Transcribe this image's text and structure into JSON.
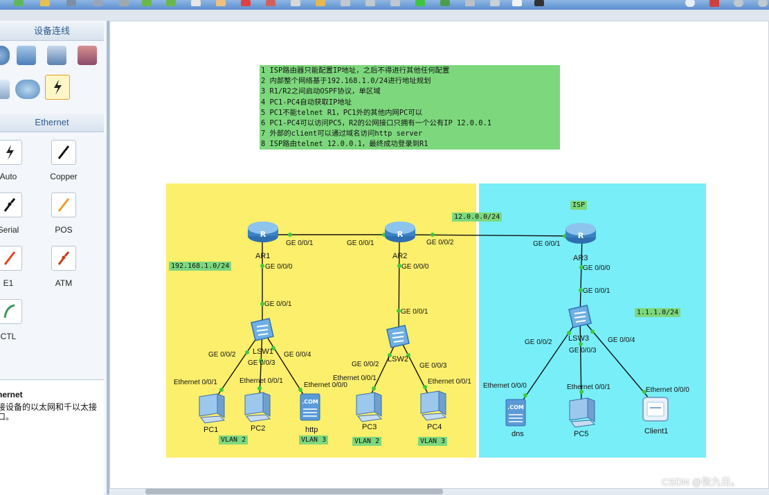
{
  "sidebar": {
    "section1_title": "设备连线",
    "section2_title": "Ethernet",
    "cables": [
      {
        "label": "Auto",
        "icon": "auto-cable-icon"
      },
      {
        "label": "Copper",
        "icon": "copper-cable-icon"
      },
      {
        "label": "Serial",
        "icon": "serial-cable-icon"
      },
      {
        "label": "POS",
        "icon": "pos-cable-icon"
      },
      {
        "label": "E1",
        "icon": "e1-cable-icon"
      },
      {
        "label": "ATM",
        "icon": "atm-cable-icon"
      },
      {
        "label": "CTL",
        "icon": "ctl-cable-icon"
      }
    ],
    "desc_title": "hernet",
    "desc_text": "接设备的以太网和千以太接口。"
  },
  "requirements": [
    "1 ISP路由器只能配置IP地址，之后不得进行其他任何配置",
    "2 内部整个网络基于192.168.1.0/24进行地址规划",
    "3 R1/R2之间启动OSPF协议，单区域",
    "4 PC1-PC4自动获取IP地址",
    "5 PC1不能telnet R1，PC1外的其他内网PC可以",
    "6 PC1-PC4可以访问PC5，R2的公网接口只拥有一个公有IP 12.0.0.1",
    "7 外部的client可以通过域名访问http server",
    "8 ISP路由telnet 12.0.0.1，最终成功登录到R1"
  ],
  "labels": {
    "net_internal": "192.168.1.0/24",
    "net_public": "12.0.0.0/24",
    "net_isp": "1.1.1.0/24",
    "isp": "ISP",
    "vlan2": "VLAN 2",
    "vlan3": "VLAN 3"
  },
  "devices": {
    "ar1": "AR1",
    "ar2": "AR2",
    "ar3": "AR3",
    "lsw1": "LSW1",
    "lsw2": "LSW2",
    "lsw3": "LSW3",
    "pc1": "PC1",
    "pc2": "PC2",
    "http": "http",
    "pc3": "PC3",
    "pc4": "PC4",
    "dns": "dns",
    "pc5": "PC5",
    "client1": "Client1"
  },
  "ports": {
    "ge001": "GE 0/0/1",
    "ge000": "GE 0/0/0",
    "ge002": "GE 0/0/2",
    "ge003": "GE 0/0/3",
    "ge004": "GE 0/0/4",
    "eth001": "Ethernet 0/0/1",
    "eth000": "Ethernet 0/0/0"
  },
  "colors": {
    "zone_internal": "#fcef6c",
    "zone_isp": "#78eef8",
    "note_bg": "#7dd87d",
    "link": "#111111",
    "port_dot": "#3ecb3e"
  },
  "watermark": "CSDN @张九日。"
}
